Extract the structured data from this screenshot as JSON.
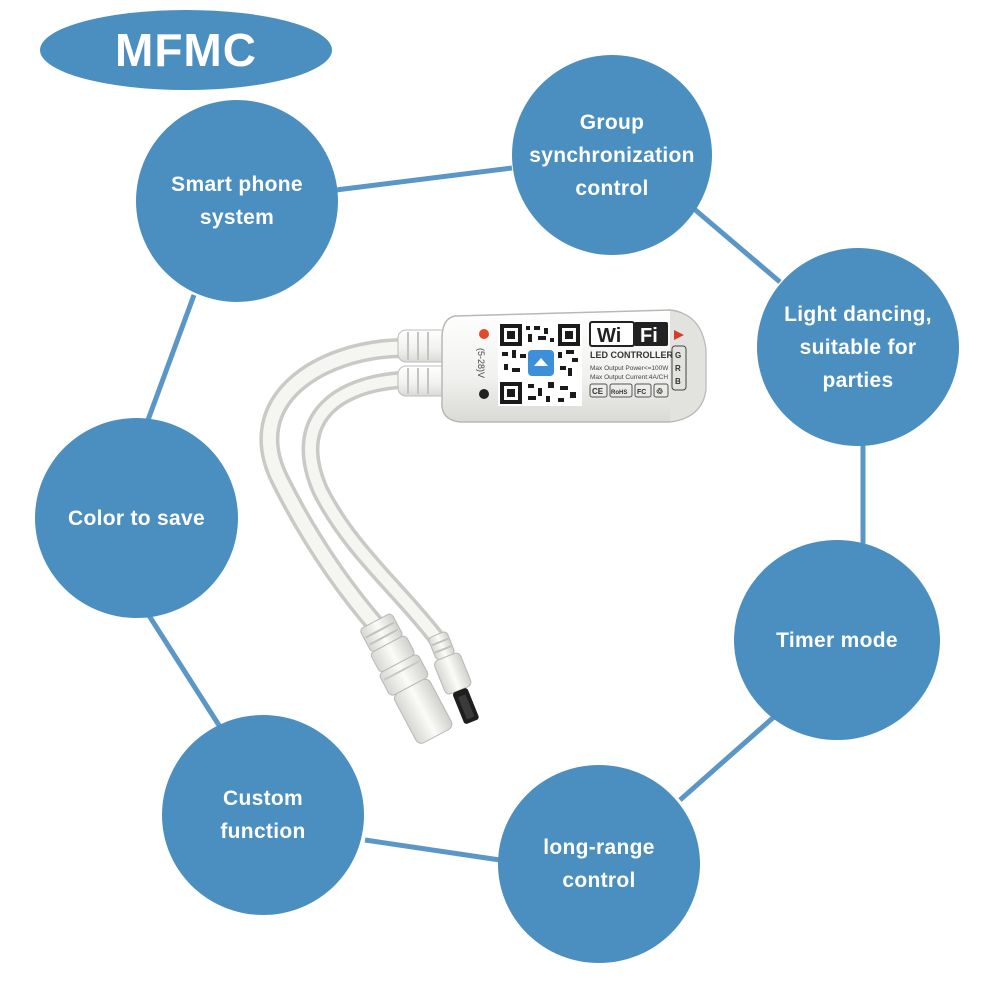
{
  "colors": {
    "bubble": "#4a8fc0",
    "line": "#5b97c6",
    "device_body": "#f3f3f1",
    "cable": "#ecece9",
    "label_text": "#333333"
  },
  "brand": {
    "text": "MFMC"
  },
  "features": [
    {
      "lines": [
        "Smart phone",
        "system"
      ]
    },
    {
      "lines": [
        "Group",
        "synchronization",
        "control"
      ]
    },
    {
      "lines": [
        "Light dancing,",
        "suitable for",
        "parties"
      ]
    },
    {
      "lines": [
        "Timer mode"
      ]
    },
    {
      "lines": [
        "long-range",
        "control"
      ]
    },
    {
      "lines": [
        "Custom",
        "function"
      ]
    },
    {
      "lines": [
        "Color to save"
      ]
    }
  ],
  "product": {
    "wifi_text_left": "Wi",
    "wifi_text_right": "Fi",
    "controller_label": "LED CONTROLLER",
    "spec_power": "Max Output Power<=100W",
    "spec_current": "Max Output Current:4A/CH",
    "voltage": "(5-28)V",
    "channel_labels": [
      "G",
      "R",
      "B"
    ],
    "cert_marks": [
      "CE",
      "RoHS",
      "FC",
      "♲"
    ],
    "qr_badge_icon": "magic-home-app-icon"
  }
}
